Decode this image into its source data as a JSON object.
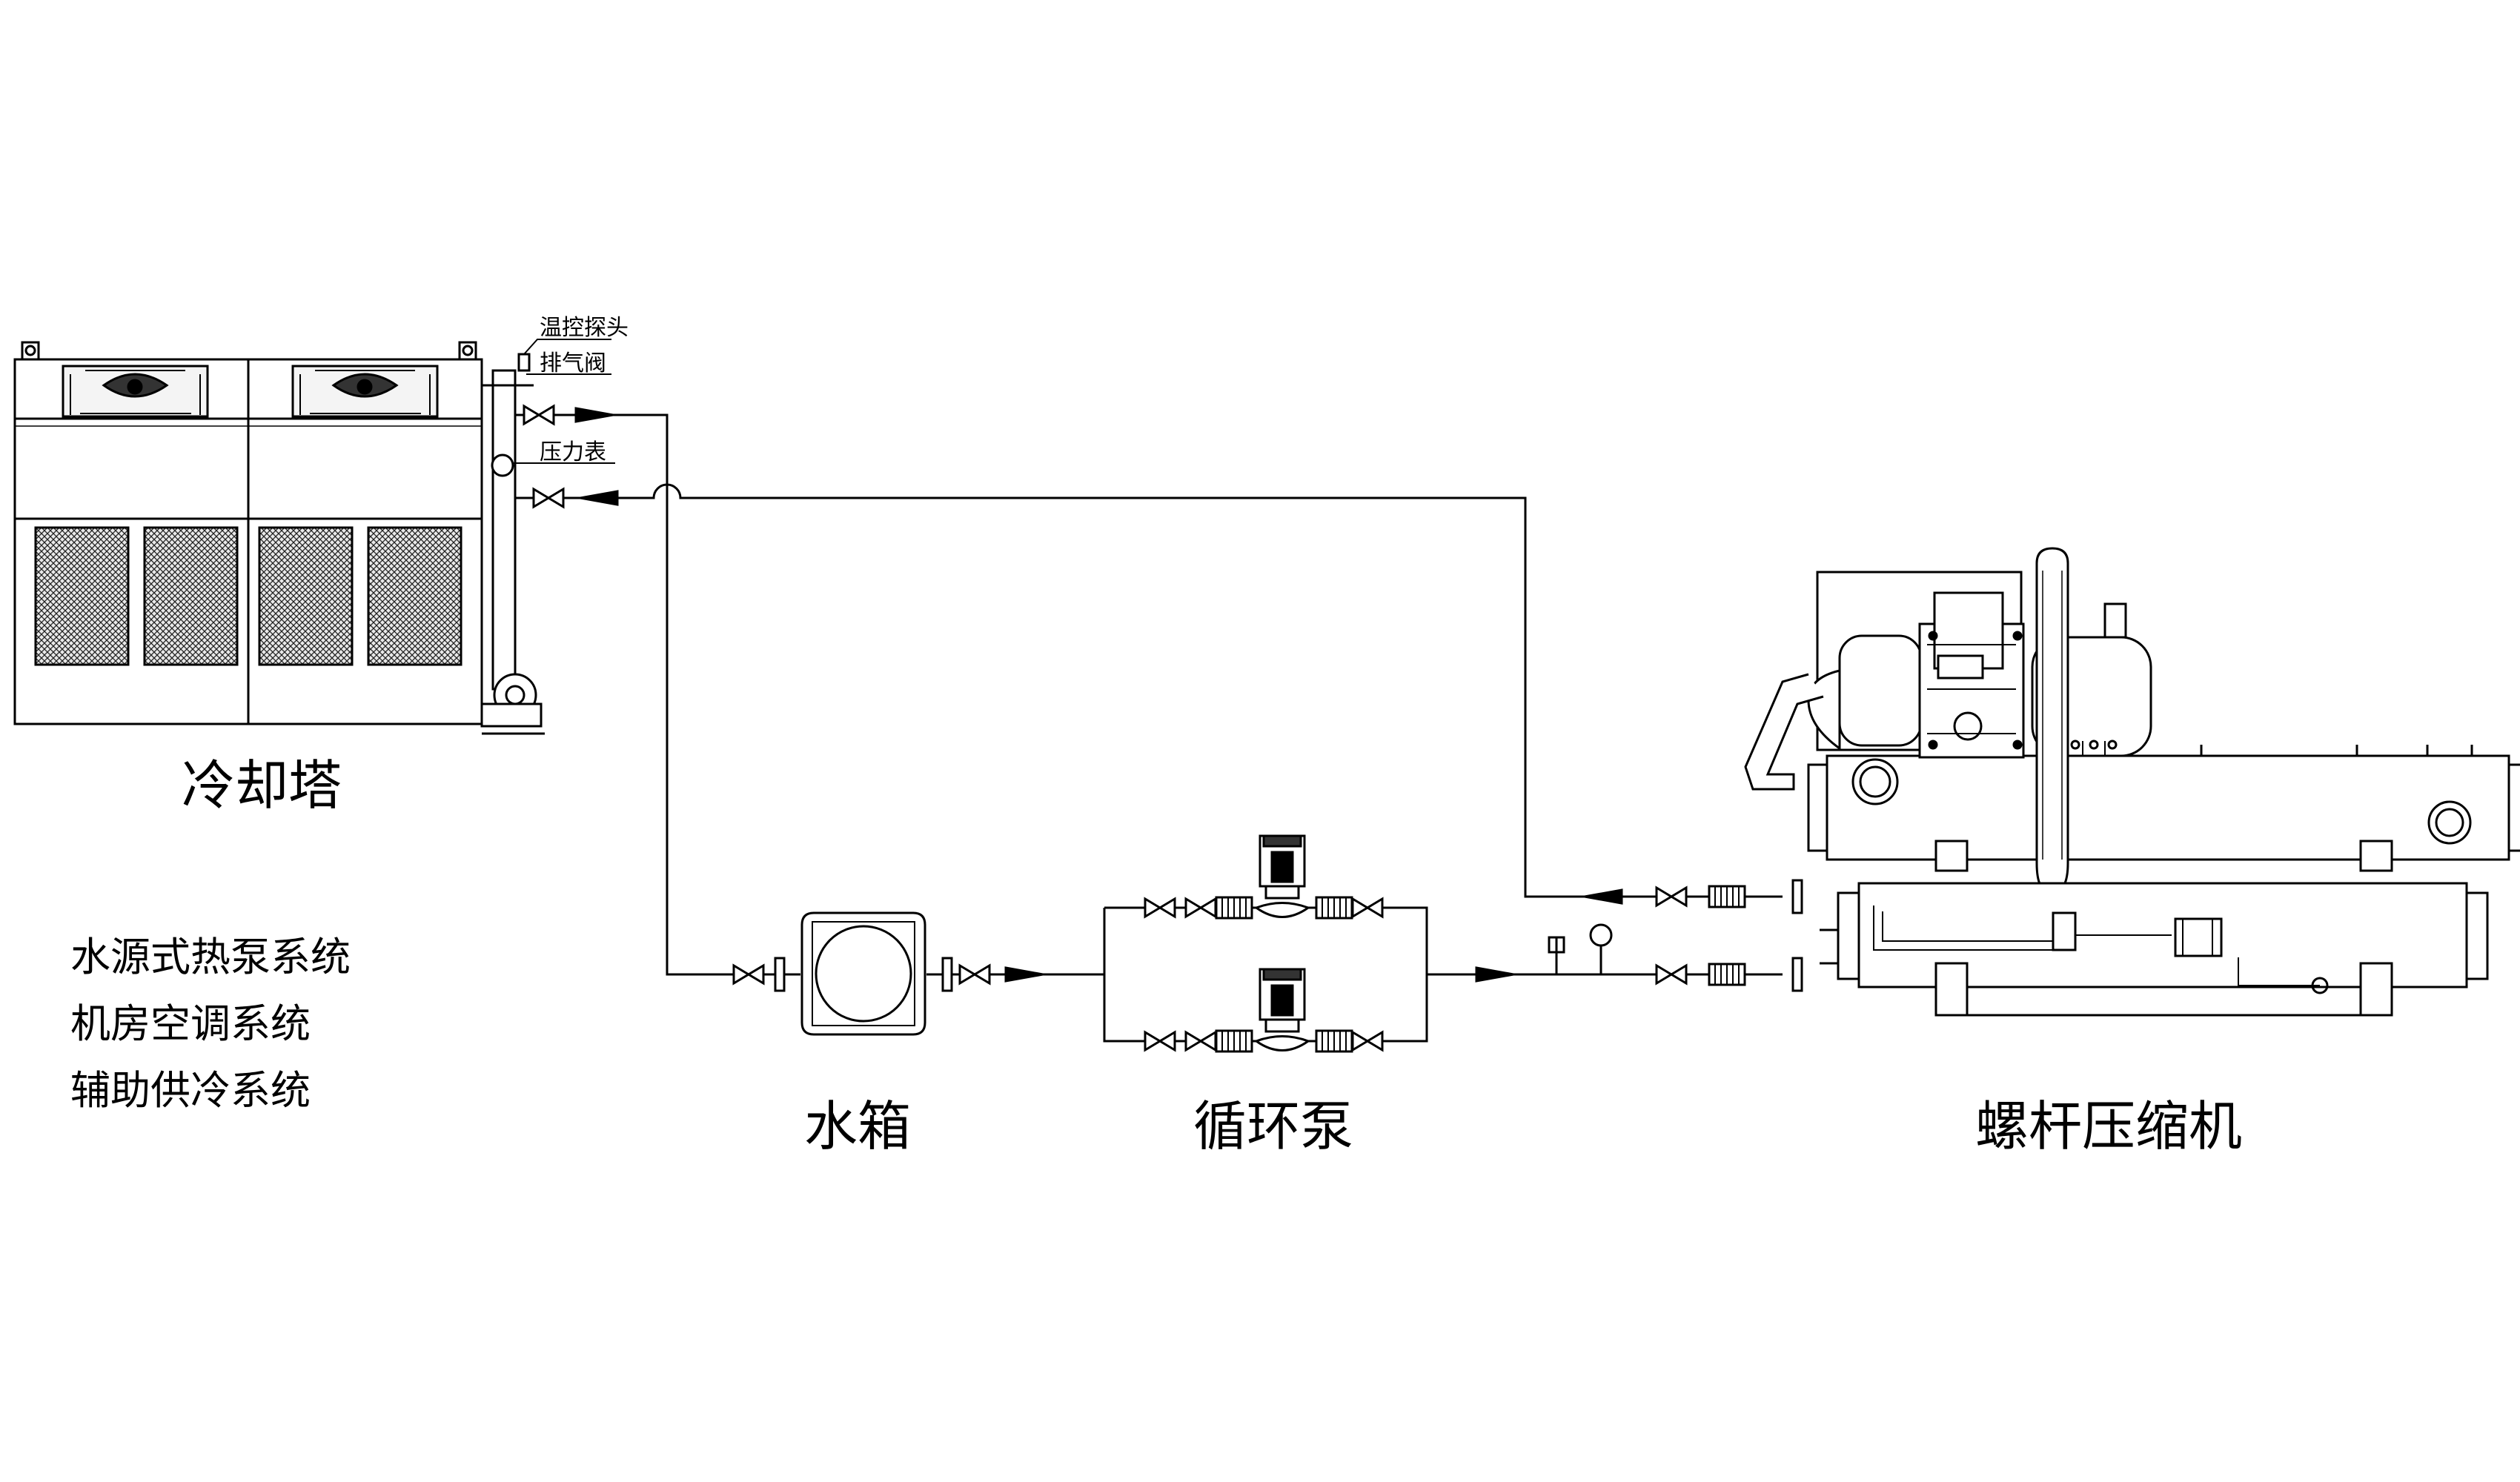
{
  "annotations": {
    "temp_probe": "温控探头",
    "vent_valve": "排气阀",
    "pressure_gauge": "压力表"
  },
  "equipment": {
    "cooling_tower": "冷却塔",
    "water_tank": "水箱",
    "circulation_pump": "循环泵",
    "screw_compressor": "螺杆压缩机"
  },
  "systems": [
    "水源式热泵系统",
    "机房空调系统",
    "辅助供冷系统"
  ]
}
